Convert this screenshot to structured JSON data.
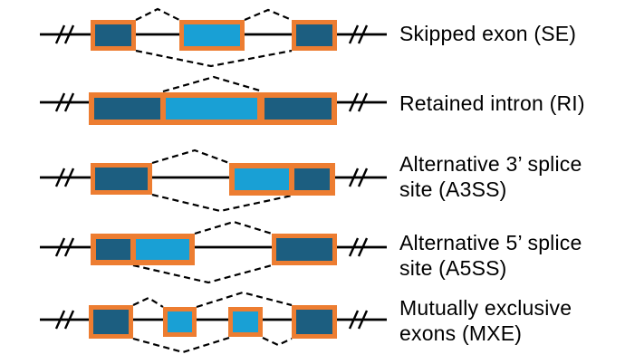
{
  "figure": {
    "description_domain": "alternative splicing event types diagram",
    "colors": {
      "constitutive_exon_fill": "#1C5E80",
      "alternative_exon_fill": "#19A0D5",
      "exon_border": "#ED7D31",
      "gene_line": "#000000",
      "label_text": "#000000"
    },
    "rows": [
      {
        "abbr": "SE",
        "lines": [
          "Skipped exon (SE)"
        ]
      },
      {
        "abbr": "RI",
        "lines": [
          "Retained intron (RI)"
        ]
      },
      {
        "abbr": "A3SS",
        "lines": [
          "Alternative 3’ splice",
          "site (A3SS)"
        ]
      },
      {
        "abbr": "A5SS",
        "lines": [
          "Alternative 5’ splice",
          "site (A5SS)"
        ]
      },
      {
        "abbr": "MXE",
        "lines": [
          "Mutually exclusive",
          "exons (MXE)"
        ]
      }
    ]
  }
}
